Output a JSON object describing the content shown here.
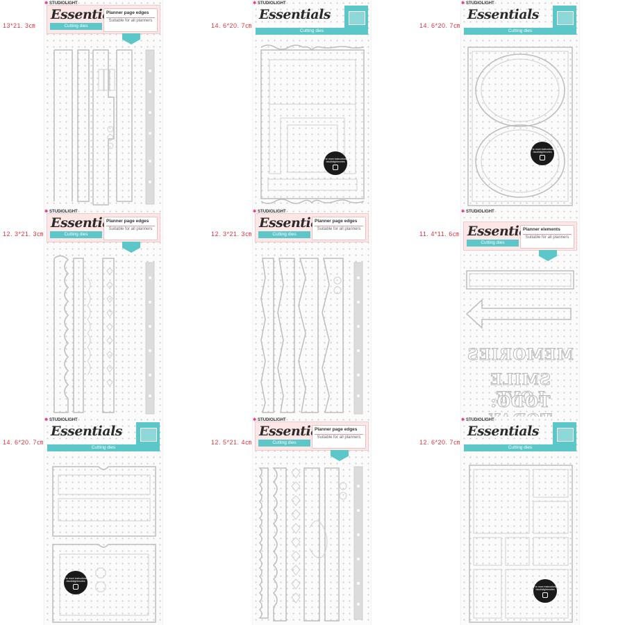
{
  "brand": "STUDIOLIGHT",
  "logo": "Essentials",
  "tagline": "Cutting dies",
  "seal_text": "For more instructions /studiolightmories",
  "cells": [
    {
      "id": "p1",
      "size": "13*21. 3㎝",
      "title": "Planner page edges",
      "subtitle": "Suitable for all planners"
    },
    {
      "id": "p2",
      "size": "14. 6*20. 7㎝"
    },
    {
      "id": "p3",
      "size": "14. 6*20. 7㎝"
    },
    {
      "id": "p4",
      "size": "12. 3*21. 3㎝",
      "title": "Planner page edges",
      "subtitle": "Suitable for all planners"
    },
    {
      "id": "p5",
      "size": "12. 3*21. 3㎝",
      "title": "Planner page edges",
      "subtitle": "Suitable for all planners"
    },
    {
      "id": "p6",
      "size": "11. 4*11. 6㎝",
      "title": "Planner elements",
      "subtitle": "Suitable for all planners",
      "words": [
        "MEMORIES",
        "SMILE LOVE",
        "TODO: TODAY"
      ]
    },
    {
      "id": "p7",
      "size": "14. 6*20. 7㎝"
    },
    {
      "id": "p8",
      "size": "12. 5*21. 4㎝",
      "title": "Planner page edges",
      "subtitle": "Suitable for all planners"
    },
    {
      "id": "p9",
      "size": "12. 6*20. 7㎝"
    }
  ],
  "colors": {
    "accent": "#5cc7c8",
    "size_label": "#e0343c",
    "header_pink": "#fde6e6",
    "die": "#bdbdbd"
  }
}
